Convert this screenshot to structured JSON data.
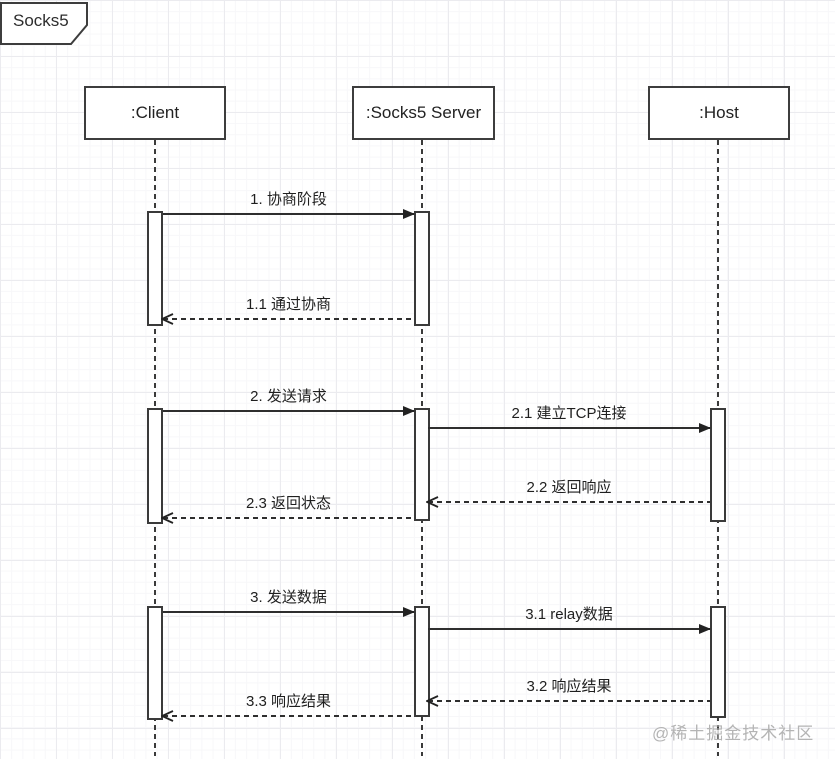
{
  "frame": {
    "title": "Socks5"
  },
  "diagram": {
    "type": "uml-sequence",
    "participants": [
      {
        "id": "client",
        "label": ":Client"
      },
      {
        "id": "socks5-server",
        "label": ":Socks5 Server"
      },
      {
        "id": "host",
        "label": ":Host"
      }
    ],
    "messages": [
      {
        "label": "1. 协商阶段",
        "from": ":Client",
        "to": ":Socks5 Server",
        "line": "solid",
        "arrow": "filled"
      },
      {
        "label": "1.1 通过协商",
        "from": ":Socks5 Server",
        "to": ":Client",
        "line": "dashed",
        "arrow": "open"
      },
      {
        "label": "2. 发送请求",
        "from": ":Client",
        "to": ":Socks5 Server",
        "line": "solid",
        "arrow": "filled"
      },
      {
        "label": "2.1 建立TCP连接",
        "from": ":Socks5 Server",
        "to": ":Host",
        "line": "solid",
        "arrow": "filled"
      },
      {
        "label": "2.2 返回响应",
        "from": ":Host",
        "to": ":Socks5 Server",
        "line": "dashed",
        "arrow": "open"
      },
      {
        "label": "2.3 返回状态",
        "from": ":Socks5 Server",
        "to": ":Client",
        "line": "dashed",
        "arrow": "open"
      },
      {
        "label": "3. 发送数据",
        "from": ":Client",
        "to": ":Socks5 Server",
        "line": "solid",
        "arrow": "filled"
      },
      {
        "label": "3.1 relay数据",
        "from": ":Socks5 Server",
        "to": ":Host",
        "line": "solid",
        "arrow": "filled"
      },
      {
        "label": "3.2 响应结果",
        "from": ":Host",
        "to": ":Socks5 Server",
        "line": "dashed",
        "arrow": "open"
      },
      {
        "label": "3.3 响应结果",
        "from": ":Socks5 Server",
        "to": ":Client",
        "line": "dashed",
        "arrow": "open"
      }
    ]
  },
  "watermark": {
    "text": "@稀土掘金技术社区"
  }
}
